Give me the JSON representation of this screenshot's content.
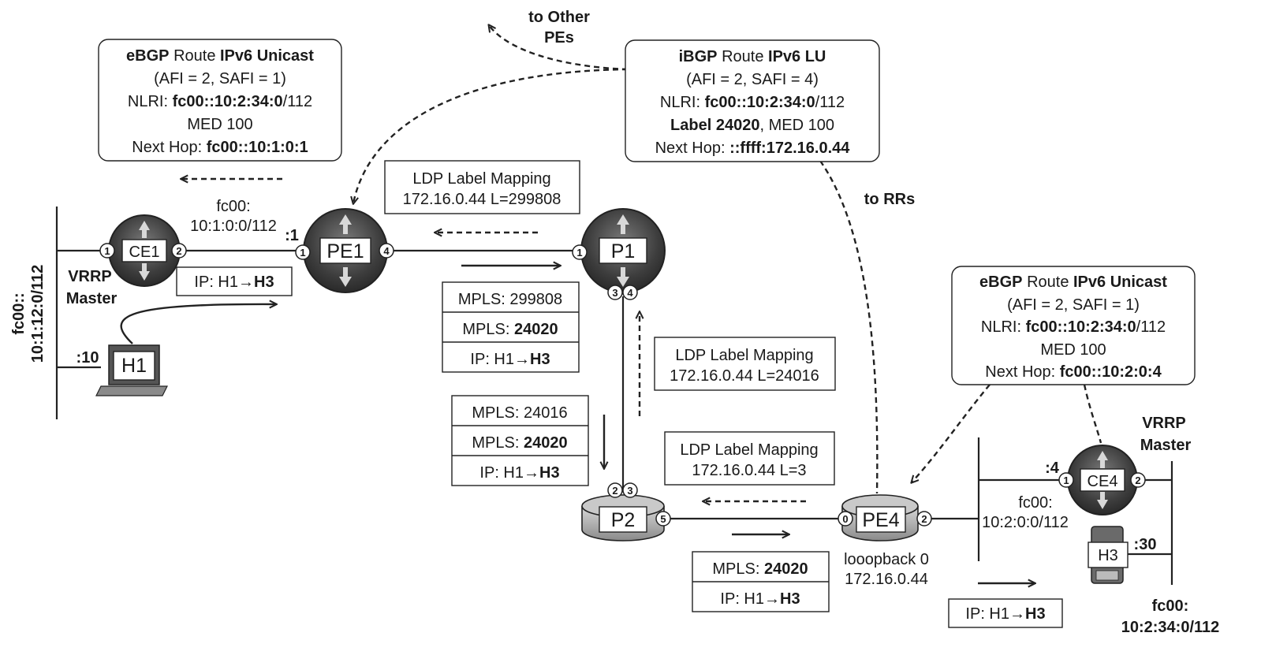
{
  "routers": {
    "ce1": "CE1",
    "pe1": "PE1",
    "p1": "P1",
    "p2": "P2",
    "pe4": "PE4",
    "ce4": "CE4"
  },
  "hosts": {
    "h1": "H1",
    "h3": "H3"
  },
  "ports": {
    "ce1_a": "1",
    "ce1_b": "2",
    "pe1_a": "1",
    "pe1_b": "4",
    "p1_a": "1",
    "p1_b": "3",
    "p1_c": "4",
    "p2_a": "2",
    "p2_b": "3",
    "p2_c": "5",
    "pe4_a": "0",
    "pe4_b": "2",
    "ce4_a": "1",
    "ce4_b": "2"
  },
  "ebgp_left": {
    "l1_b1": "eBGP",
    "l1_r1": " Route ",
    "l1_b2": "IPv6 Unicast",
    "l2": "(AFI = 2, SAFI = 1)",
    "l3_r1": "NLRI: ",
    "l3_b1": "fc00::10:2:34:0",
    "l3_r2": "/112",
    "l4": "MED 100",
    "l5_r1": "Next Hop: ",
    "l5_b1": "fc00::10:1:0:1"
  },
  "ibgp": {
    "l1_b1": "iBGP",
    "l1_r1": " Route ",
    "l1_b2": "IPv6 LU",
    "l2": "(AFI = 2, SAFI = 4)",
    "l3_r1": "NLRI: ",
    "l3_b1": "fc00::10:2:34:0",
    "l3_r2": "/112",
    "l4_b1": "Label 24020",
    "l4_r1": ", MED 100",
    "l5_r1": "Next Hop: ",
    "l5_b1": "::ffff:172.16.0.44"
  },
  "ebgp_right": {
    "l1_b1": "eBGP",
    "l1_r1": " Route ",
    "l1_b2": "IPv6 Unicast",
    "l2": "(AFI = 2, SAFI = 1)",
    "l3_r1": "NLRI: ",
    "l3_b1": "fc00::10:2:34:0",
    "l3_r2": "/112",
    "l4": "MED 100",
    "l5_r1": "Next Hop: ",
    "l5_b1": "fc00::10:2:0:4"
  },
  "ldp": {
    "top": {
      "title": "LDP Label Mapping",
      "value": "172.16.0.44 L=299808"
    },
    "mid": {
      "title": "LDP Label Mapping",
      "value": "172.16.0.44 L=24016"
    },
    "low": {
      "title": "LDP Label Mapping",
      "value": "172.16.0.44 L=3"
    }
  },
  "stacks": {
    "p1": {
      "outer": "MPLS: 299808",
      "inner_r": "MPLS: ",
      "inner_b": "24020",
      "ip_r": "IP: H1→",
      "ip_b": "H3"
    },
    "p2": {
      "outer": "MPLS: 24016",
      "inner_r": "MPLS: ",
      "inner_b": "24020",
      "ip_r": "IP: H1→",
      "ip_b": "H3"
    },
    "pe4": {
      "inner_r": "MPLS: ",
      "inner_b": "24020",
      "ip_r": "IP: H1→",
      "ip_b": "H3"
    }
  },
  "ip_boxes": {
    "left": {
      "r": "IP: H1→",
      "b": "H3"
    },
    "right": {
      "r": "IP: H1→",
      "b": "H3"
    }
  },
  "labels": {
    "to_other_pes_1": "to Other",
    "to_other_pes_2": "PEs",
    "to_rrs": "to RRs",
    "link_left_1": "fc00:",
    "link_left_2": "10:1:0:0/112",
    "pe1_addr": ":1",
    "vrrp_left_1": "VRRP",
    "vrrp_left_2": "Master",
    "lan_left_1": "fc00::",
    "lan_left_2": "10:1:12:0/112",
    "h1_addr": ":10",
    "loopback_1": "looopback 0",
    "loopback_2": "172.16.0.44",
    "ce4_addr": ":4",
    "link_right_1": "fc00:",
    "link_right_2": "10:2:0:0/112",
    "vrrp_right_1": "VRRP",
    "vrrp_right_2": "Master",
    "h3_addr": ":30",
    "lan_right_1": "fc00:",
    "lan_right_2": "10:2:34:0/112"
  }
}
